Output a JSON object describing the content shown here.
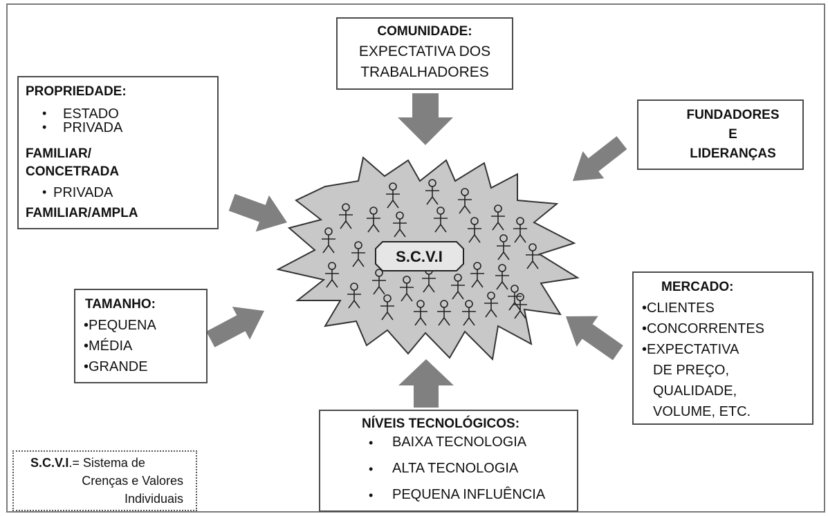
{
  "center_label": "S.C.V.I",
  "comunidade": {
    "title": "COMUNIDADE:",
    "lines": [
      "EXPECTATIVA DOS",
      "TRABALHADORES"
    ]
  },
  "fundadores": {
    "lines": [
      "FUNDADORES",
      "E",
      "LIDERANÇAS"
    ]
  },
  "propriedade": {
    "title": "PROPRIEDADE:",
    "items": [
      "ESTADO",
      "PRIVADA"
    ],
    "familiar_concentrada": [
      "FAMILIAR/",
      "CONCETRADA"
    ],
    "item_privada": "PRIVADA",
    "familiar_ampla": "FAMILIAR/AMPLA"
  },
  "tamanho": {
    "title": "TAMANHO:",
    "items": [
      "•PEQUENA",
      "•MÉDIA",
      "•GRANDE"
    ]
  },
  "mercado": {
    "title": "MERCADO:",
    "lines": [
      "•CLIENTES",
      "•CONCORRENTES",
      "•EXPECTATIVA",
      "DE PREÇO,",
      "QUALIDADE,",
      "VOLUME, ETC."
    ]
  },
  "niveis": {
    "title": "NÍVEIS TECNOLÓGICOS:",
    "items": [
      "BAIXA TECNOLOGIA",
      "ALTA TECNOLOGIA",
      "PEQUENA INFLUÊNCIA"
    ]
  },
  "legend": {
    "abbr": "S.C.V.I",
    "lines": [
      ".= Sistema de",
      "Crenças e Valores",
      "Individuais"
    ]
  },
  "bullet": "•",
  "colors": {
    "arrow": "#808080",
    "star_fill": "#c8c8c8",
    "border": "#4a4a4a"
  }
}
